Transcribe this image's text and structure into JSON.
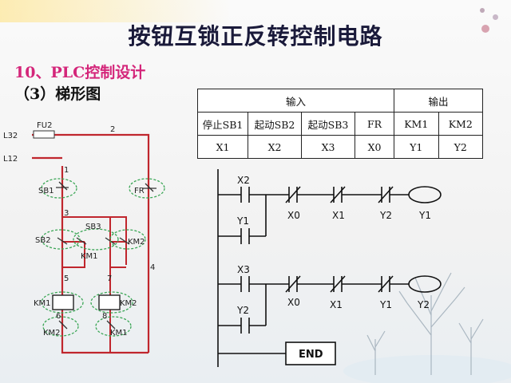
{
  "slide": {
    "title": "按钮互锁正反转控制电路",
    "subtitle": "10、PLC控制设计",
    "section": "（3）梯形图"
  },
  "io_table": {
    "input_header": "输入",
    "output_header": "输出",
    "labels": [
      "停止SB1",
      "起动SB2",
      "起动SB3",
      "FR",
      "KM1",
      "KM2"
    ],
    "addresses": [
      "X1",
      "X2",
      "X3",
      "X0",
      "Y1",
      "Y2"
    ]
  },
  "circuit": {
    "labels": {
      "l32": "L32",
      "l12": "L12",
      "fu2": "FU2",
      "n1": "1",
      "n2": "2",
      "n3": "3",
      "n4": "4",
      "n5": "5",
      "n6": "6",
      "n7": "7",
      "n8": "8",
      "sb1": "SB1",
      "sb2": "SB2",
      "sb3": "SB3",
      "fr": "FR",
      "km1_contact": "KM1",
      "km2_contact": "KM2",
      "km1_coil": "KM1",
      "km2_coil": "KM2",
      "km2_interlock": "KM2",
      "km1_interlock": "KM1"
    }
  },
  "ladder": {
    "rung1": {
      "start": "X2",
      "hold": "Y1",
      "contacts": [
        "X0",
        "X1",
        "Y2"
      ],
      "coil": "Y1"
    },
    "rung2": {
      "start": "X3",
      "hold": "Y2",
      "contacts": [
        "X0",
        "X1",
        "Y1"
      ],
      "coil": "Y2"
    },
    "end": "END"
  },
  "colors": {
    "title": "#1a1a3a",
    "subtitle": "#d4267a",
    "wire": "#c0262d",
    "dashed_ellipse": "#3aa655"
  }
}
